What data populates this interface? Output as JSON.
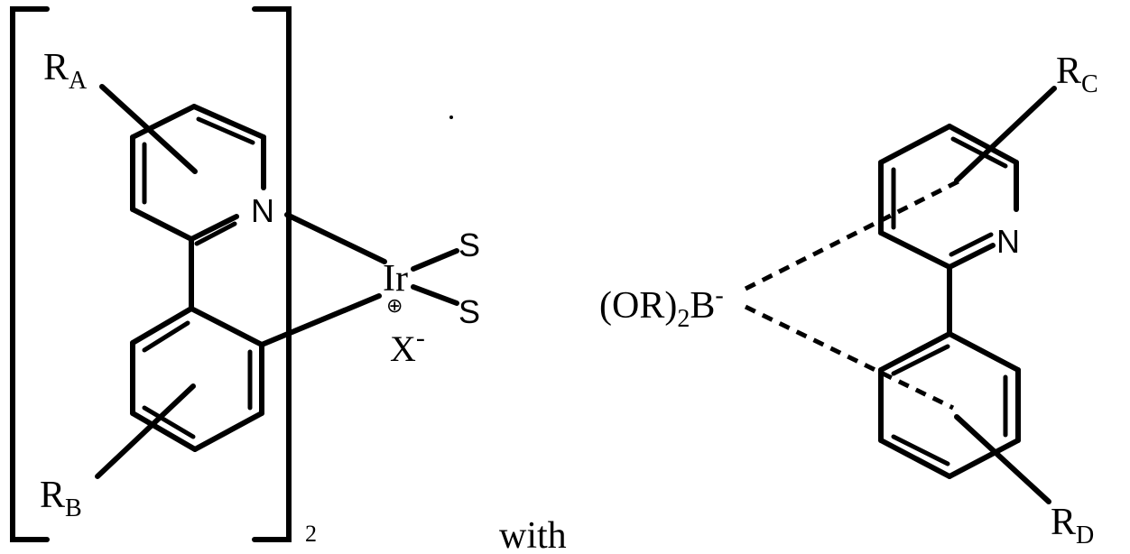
{
  "complex": {
    "r_a_main": "R",
    "r_a_sub": "A",
    "r_b_main": "R",
    "r_b_sub": "B",
    "nitrogen": "N",
    "iridium": "Ir",
    "charge": "⊕",
    "solvent_1": "S",
    "solvent_2": "S",
    "counterion_main": "X",
    "counterion_sup": "-",
    "bracket_subscript": "2"
  },
  "connector": "with",
  "ligand": {
    "boron_group_prefix": "(OR)",
    "boron_group_sub": "2",
    "boron_group_atom": "B",
    "boron_group_sup": "-",
    "nitrogen": "N",
    "r_c_main": "R",
    "r_c_sub": "C",
    "r_d_main": "R",
    "r_d_sub": "D"
  }
}
